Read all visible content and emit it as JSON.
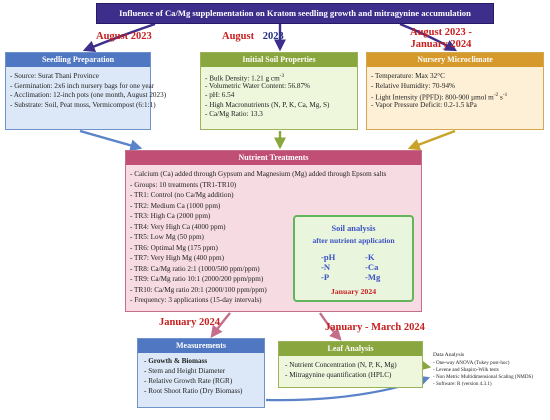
{
  "title": "Influence of Ca/Mg supplementation on Kratom seedling growth and mitragynine accumulation",
  "dates": {
    "seedling": "August 2023",
    "initial_soil": [
      "August",
      "2023"
    ],
    "nursery": [
      "August 2023 -",
      "January 2024"
    ],
    "measurements": "January 2024",
    "leaf": "January - March 2024"
  },
  "seedling": {
    "header": "Seedling Preparation",
    "lines": [
      "- Source: Surat Thani Province",
      "- Germination: 2x6 inch nursery bags for one year",
      "- Acclimation: 12-inch pots (one month, August 2023)",
      "- Substrate: Soil, Peat moss, Vermicompost (6:1:1)"
    ]
  },
  "soil": {
    "header": "Initial Soil Properties",
    "lines": [
      "- Bulk Density: 1.21 g cm",
      "- Volumetric Water Content: 56.87%",
      "- pH: 6.54",
      "- High Macronutrients (N, P, K, Ca, Mg, S)",
      "- Ca/Mg Ratio: 13.3"
    ],
    "superscript": "-3"
  },
  "micro": {
    "header": "Nursery Microclimate",
    "lines": [
      "- Temperature: Max 32°C",
      "- Relative Humidity: 70-94%",
      "- Light Intensity (PPFD): 800-900 µmol m",
      "- Vapor Pressure Deficit: 0.2-1.5 kPa"
    ],
    "sup1": "-2",
    "sup2": "-1",
    "s_unit": " s"
  },
  "nutrient": {
    "header": "Nutrient Treatments",
    "lines": [
      "- Calcium (Ca) added through Gypsum and Magnesium (Mg) added through Epsom salts",
      "- Groups: 10 treatments (TR1-TR10)",
      "- TR1: Control (no Ca/Mg addition)",
      "- TR2: Medium Ca (1000 ppm)",
      "- TR3: High Ca (2000 ppm)",
      "- TR4: Very High Ca (4000 ppm)",
      "- TR5: Low Mg (50 ppm)",
      "- TR6: Optimal Mg (175 ppm)",
      "- TR7: Very High Mg (400 ppm)",
      "- TR8: Ca/Mg ratio 2:1 (1000/500 ppm/ppm)",
      "- TR9: Ca/Mg ratio 10:1 (2000/200 ppm/ppm)",
      "- TR10: Ca/Mg ratio 20:1 (2000/100 ppm/ppm)",
      "- Frequency: 3 applications (15-day intervals)"
    ]
  },
  "soil_analysis": {
    "title1": "Soil analysis",
    "title2": "after nutrient application",
    "left": [
      "-pH",
      "-N",
      "-P"
    ],
    "right": [
      "-K",
      "-Ca",
      "-Mg"
    ],
    "date": "January 2024"
  },
  "measurements": {
    "header": "Measurements",
    "lines": [
      "- Growth & Biomass",
      "- Stem and Height Diameter",
      "- Relative Growth Rate (RGR)",
      "- Root Shoot Ratio (Dry Biomass)"
    ]
  },
  "leaf": {
    "header": "Leaf Analysis",
    "lines": [
      "- Nutrient Concentration (N, P, K, Mg)",
      "- Mitragynine quantification (HPLC)"
    ]
  },
  "data_analysis": {
    "title": "Data Analysis",
    "lines": [
      "- One-way ANOVA (Tukey post-hoc)",
      "- Levene and Shapiro-Wilk tests",
      "- Non Metric Multidimensional Scaling (NMDS)",
      "- Software: R (version 4.3.1)"
    ]
  },
  "colors": {
    "arrow_purple": "#3e2e8c",
    "arrow_blue": "#5a83c9",
    "arrow_green": "#8aa63e",
    "arrow_gold": "#c9a227",
    "arrow_pink": "#c46e8a",
    "date_red": "#c81e1e",
    "date_navy": "#1f2f86"
  }
}
